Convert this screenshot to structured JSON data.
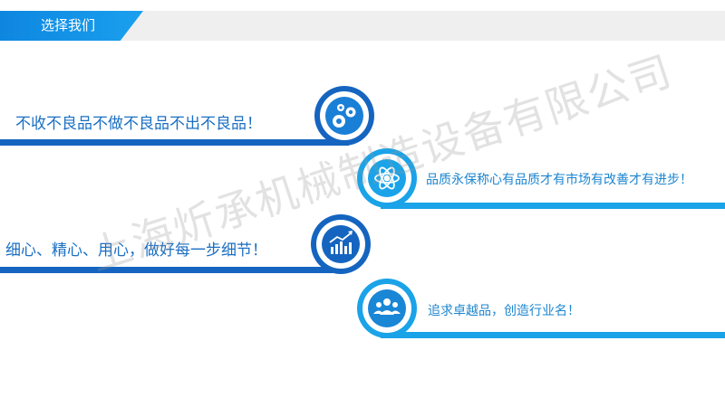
{
  "header": {
    "title": "选择我们"
  },
  "slogans": [
    {
      "text": "不收不良品不做不良品不出不良品！",
      "icon": "gears-icon"
    },
    {
      "text": "品质永保称心有品质才有市场有改善才有进步！",
      "icon": "atom-icon"
    },
    {
      "text": "细心、精心、用心，做好每一步细节！",
      "icon": "growth-chart-icon"
    },
    {
      "text": "追求卓越品，创造行业名！",
      "icon": "team-icon"
    }
  ],
  "watermark": "上海炘承机械制造设备有限公司",
  "colors": {
    "dark_blue": "#1565c0",
    "light_blue": "#1aa3e8",
    "header_gray": "#efefef"
  }
}
